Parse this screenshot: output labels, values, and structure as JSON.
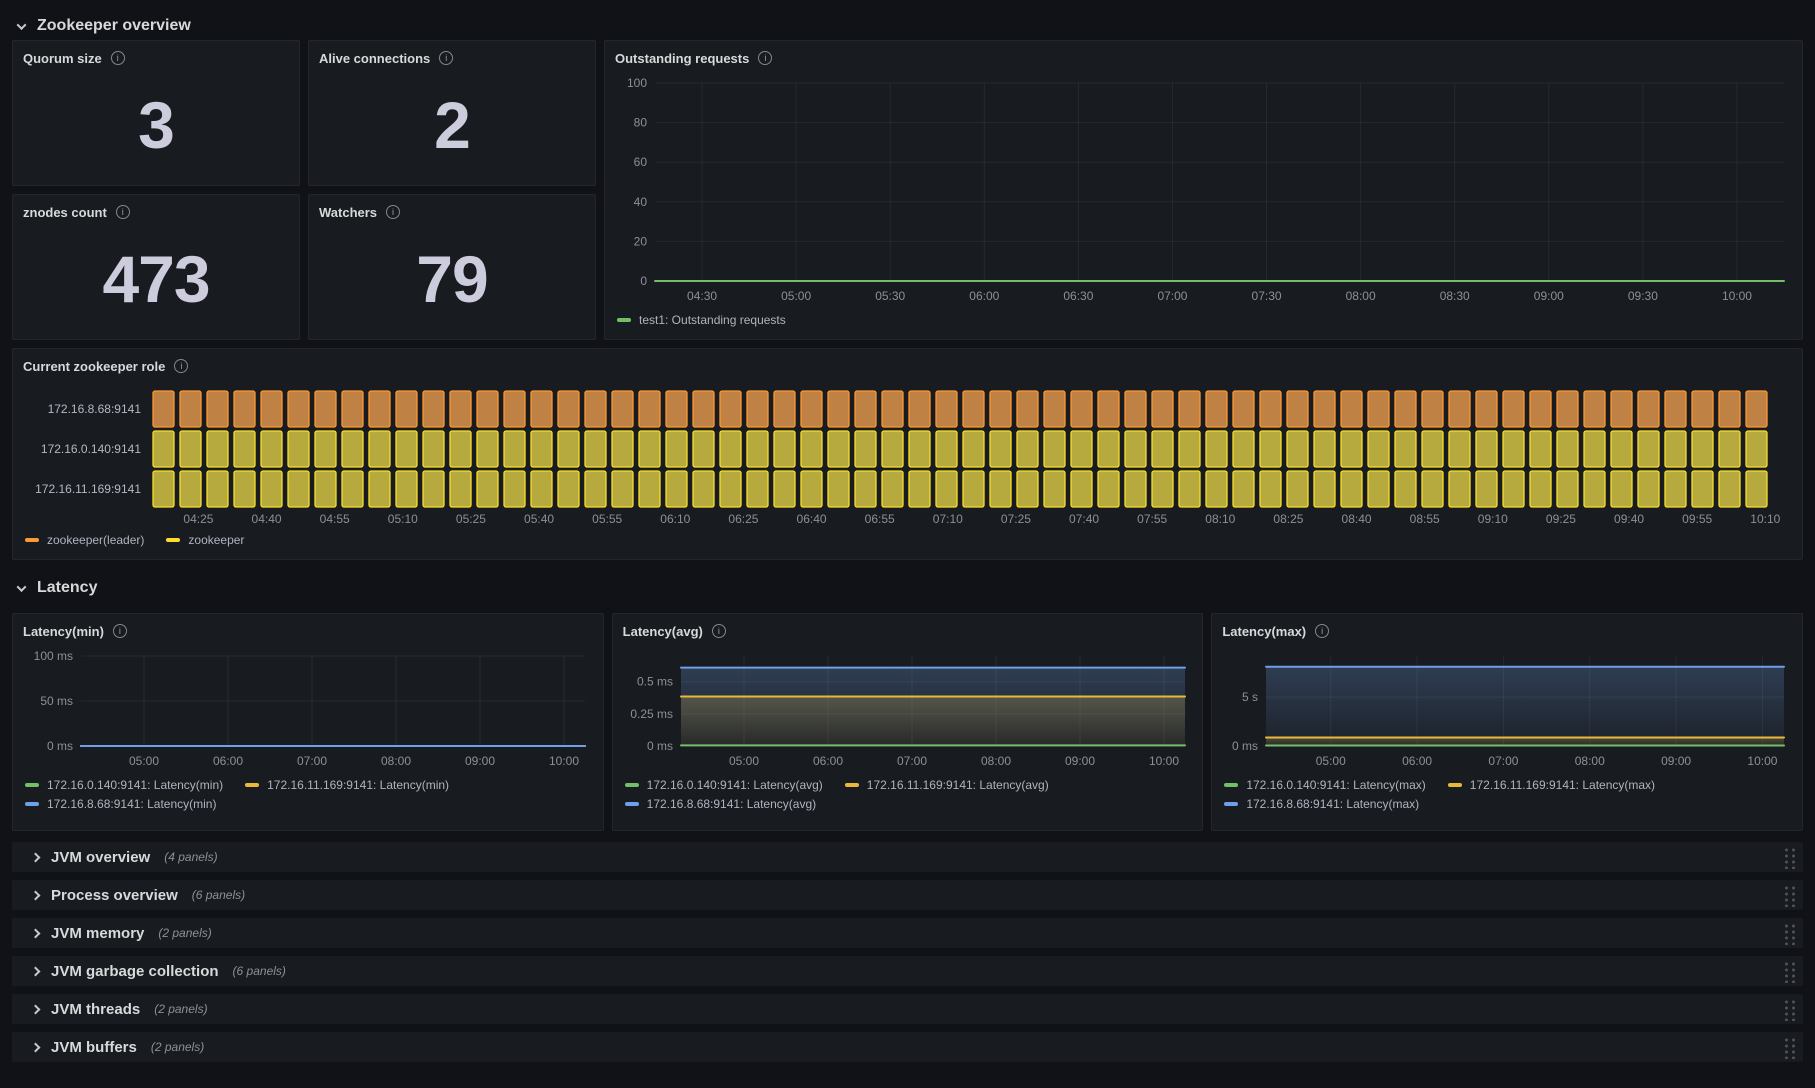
{
  "colors": {
    "page_bg": "#111217",
    "panel_bg": "#181b1f",
    "panel_border": "#23262b",
    "grid": "rgba(204,204,220,0.08)",
    "text": "#d8d9da",
    "text_muted": "rgba(204,204,220,0.65)",
    "green": "#73bf69",
    "gold": "#eab839",
    "blue": "#6e9fe8",
    "orange": "#ff9830",
    "yellow": "#fade2a"
  },
  "sections": [
    {
      "label": "Zookeeper overview"
    },
    {
      "label": "Latency"
    }
  ],
  "stats": [
    {
      "title": "Quorum size",
      "value": "3"
    },
    {
      "title": "Alive connections",
      "value": "2"
    },
    {
      "title": "znodes count",
      "value": "473"
    },
    {
      "title": "Watchers",
      "value": "79"
    }
  ],
  "charts": {
    "outstanding": {
      "type": "line",
      "title": "Outstanding requests",
      "x_start": "04:15",
      "x_end": "10:15",
      "x_ticks": [
        "04:30",
        "05:00",
        "05:30",
        "06:00",
        "06:30",
        "07:00",
        "07:30",
        "08:00",
        "08:30",
        "09:00",
        "09:30",
        "10:00"
      ],
      "ylim": [
        0,
        100
      ],
      "y_gutter": 40,
      "y_ticks": [
        {
          "v": 0,
          "label": "0"
        },
        {
          "v": 20,
          "label": "20"
        },
        {
          "v": 40,
          "label": "40"
        },
        {
          "v": 60,
          "label": "60"
        },
        {
          "v": 80,
          "label": "80"
        },
        {
          "v": 100,
          "label": "100"
        }
      ],
      "series": [
        {
          "name": "test1: Outstanding requests",
          "color": "#73bf69",
          "value": 0,
          "fill": false
        }
      ],
      "legend": [
        {
          "label": "test1: Outstanding requests",
          "color": "#73bf69"
        }
      ]
    },
    "role": {
      "type": "state-timeline",
      "title": "Current zookeeper role",
      "x_start": "04:15",
      "x_end": "10:15",
      "x_ticks": [
        "04:25",
        "04:40",
        "04:55",
        "05:10",
        "05:25",
        "05:40",
        "05:55",
        "06:10",
        "06:25",
        "06:40",
        "06:55",
        "07:10",
        "07:25",
        "07:40",
        "07:55",
        "08:10",
        "08:25",
        "08:40",
        "08:55",
        "09:10",
        "09:25",
        "09:40",
        "09:55",
        "10:10"
      ],
      "rows": [
        {
          "label": "172.16.8.68:9141",
          "state": "zookeeper(leader)",
          "fill": "#c08144",
          "stroke": "#ff9830"
        },
        {
          "label": "172.16.0.140:9141",
          "state": "zookeeper",
          "fill": "#b6aa3e",
          "stroke": "#fade2a"
        },
        {
          "label": "172.16.11.169:9141",
          "state": "zookeeper",
          "fill": "#b6aa3e",
          "stroke": "#fade2a"
        }
      ],
      "legend": [
        {
          "label": "zookeeper(leader)",
          "color": "#ff9830"
        },
        {
          "label": "zookeeper",
          "color": "#fade2a"
        }
      ]
    },
    "latency_min": {
      "type": "line",
      "title": "Latency(min)",
      "x_start": "04:15",
      "x_end": "10:15",
      "x_ticks": [
        "05:00",
        "06:00",
        "07:00",
        "08:00",
        "09:00",
        "10:00"
      ],
      "ylim": [
        0,
        100
      ],
      "y_gutter": 58,
      "y_ticks": [
        {
          "v": 0,
          "label": "0 ms"
        },
        {
          "v": 50,
          "label": "50 ms"
        },
        {
          "v": 100,
          "label": "100 ms"
        }
      ],
      "series": [
        {
          "name": "172.16.0.140:9141: Latency(min)",
          "color": "#73bf69",
          "value": 0,
          "fill": false
        },
        {
          "name": "172.16.11.169:9141: Latency(min)",
          "color": "#eab839",
          "value": 0,
          "fill": false
        },
        {
          "name": "172.16.8.68:9141: Latency(min)",
          "color": "#6e9fe8",
          "value": 0,
          "fill": false
        }
      ],
      "legend": [
        {
          "label": "172.16.0.140:9141: Latency(min)",
          "color": "#73bf69"
        },
        {
          "label": "172.16.11.169:9141: Latency(min)",
          "color": "#eab839"
        },
        {
          "label": "172.16.8.68:9141: Latency(min)",
          "color": "#6e9fe8"
        }
      ]
    },
    "latency_avg": {
      "type": "line",
      "title": "Latency(avg)",
      "x_start": "04:15",
      "x_end": "10:15",
      "x_ticks": [
        "05:00",
        "06:00",
        "07:00",
        "08:00",
        "09:00",
        "10:00"
      ],
      "ylim": [
        0,
        0.7
      ],
      "y_gutter": 58,
      "y_ticks": [
        {
          "v": 0,
          "label": "0 ms"
        },
        {
          "v": 0.25,
          "label": "0.25 ms"
        },
        {
          "v": 0.5,
          "label": "0.5 ms"
        }
      ],
      "series": [
        {
          "name": "172.16.0.140:9141: Latency(avg)",
          "color": "#73bf69",
          "value": 0.005,
          "fill": false
        },
        {
          "name": "172.16.11.169:9141: Latency(avg)",
          "color": "#eab839",
          "value": 0.385,
          "fill": true
        },
        {
          "name": "172.16.8.68:9141: Latency(avg)",
          "color": "#6e9fe8",
          "value": 0.61,
          "fill": true
        }
      ],
      "legend": [
        {
          "label": "172.16.0.140:9141: Latency(avg)",
          "color": "#73bf69"
        },
        {
          "label": "172.16.11.169:9141: Latency(avg)",
          "color": "#eab839"
        },
        {
          "label": "172.16.8.68:9141: Latency(avg)",
          "color": "#6e9fe8"
        }
      ]
    },
    "latency_max": {
      "type": "line",
      "title": "Latency(max)",
      "x_start": "04:15",
      "x_end": "10:15",
      "x_ticks": [
        "05:00",
        "06:00",
        "07:00",
        "08:00",
        "09:00",
        "10:00"
      ],
      "ylim": [
        0,
        9.2
      ],
      "y_gutter": 44,
      "y_ticks": [
        {
          "v": 0,
          "label": "0 ms"
        },
        {
          "v": 5,
          "label": "5 s"
        }
      ],
      "series": [
        {
          "name": "172.16.0.140:9141: Latency(max)",
          "color": "#73bf69",
          "value": 0.05,
          "fill": false
        },
        {
          "name": "172.16.11.169:9141: Latency(max)",
          "color": "#eab839",
          "value": 0.87,
          "fill": true
        },
        {
          "name": "172.16.8.68:9141: Latency(max)",
          "color": "#6e9fe8",
          "value": 8.1,
          "fill": true
        }
      ],
      "legend": [
        {
          "label": "172.16.0.140:9141: Latency(max)",
          "color": "#73bf69"
        },
        {
          "label": "172.16.11.169:9141: Latency(max)",
          "color": "#eab839"
        },
        {
          "label": "172.16.8.68:9141: Latency(max)",
          "color": "#6e9fe8"
        }
      ]
    }
  },
  "collapsed_rows": [
    {
      "title": "JVM overview",
      "count": "(4 panels)"
    },
    {
      "title": "Process overview",
      "count": "(6 panels)"
    },
    {
      "title": "JVM memory",
      "count": "(2 panels)"
    },
    {
      "title": "JVM garbage collection",
      "count": "(6 panels)"
    },
    {
      "title": "JVM threads",
      "count": "(2 panels)"
    },
    {
      "title": "JVM buffers",
      "count": "(2 panels)"
    }
  ]
}
